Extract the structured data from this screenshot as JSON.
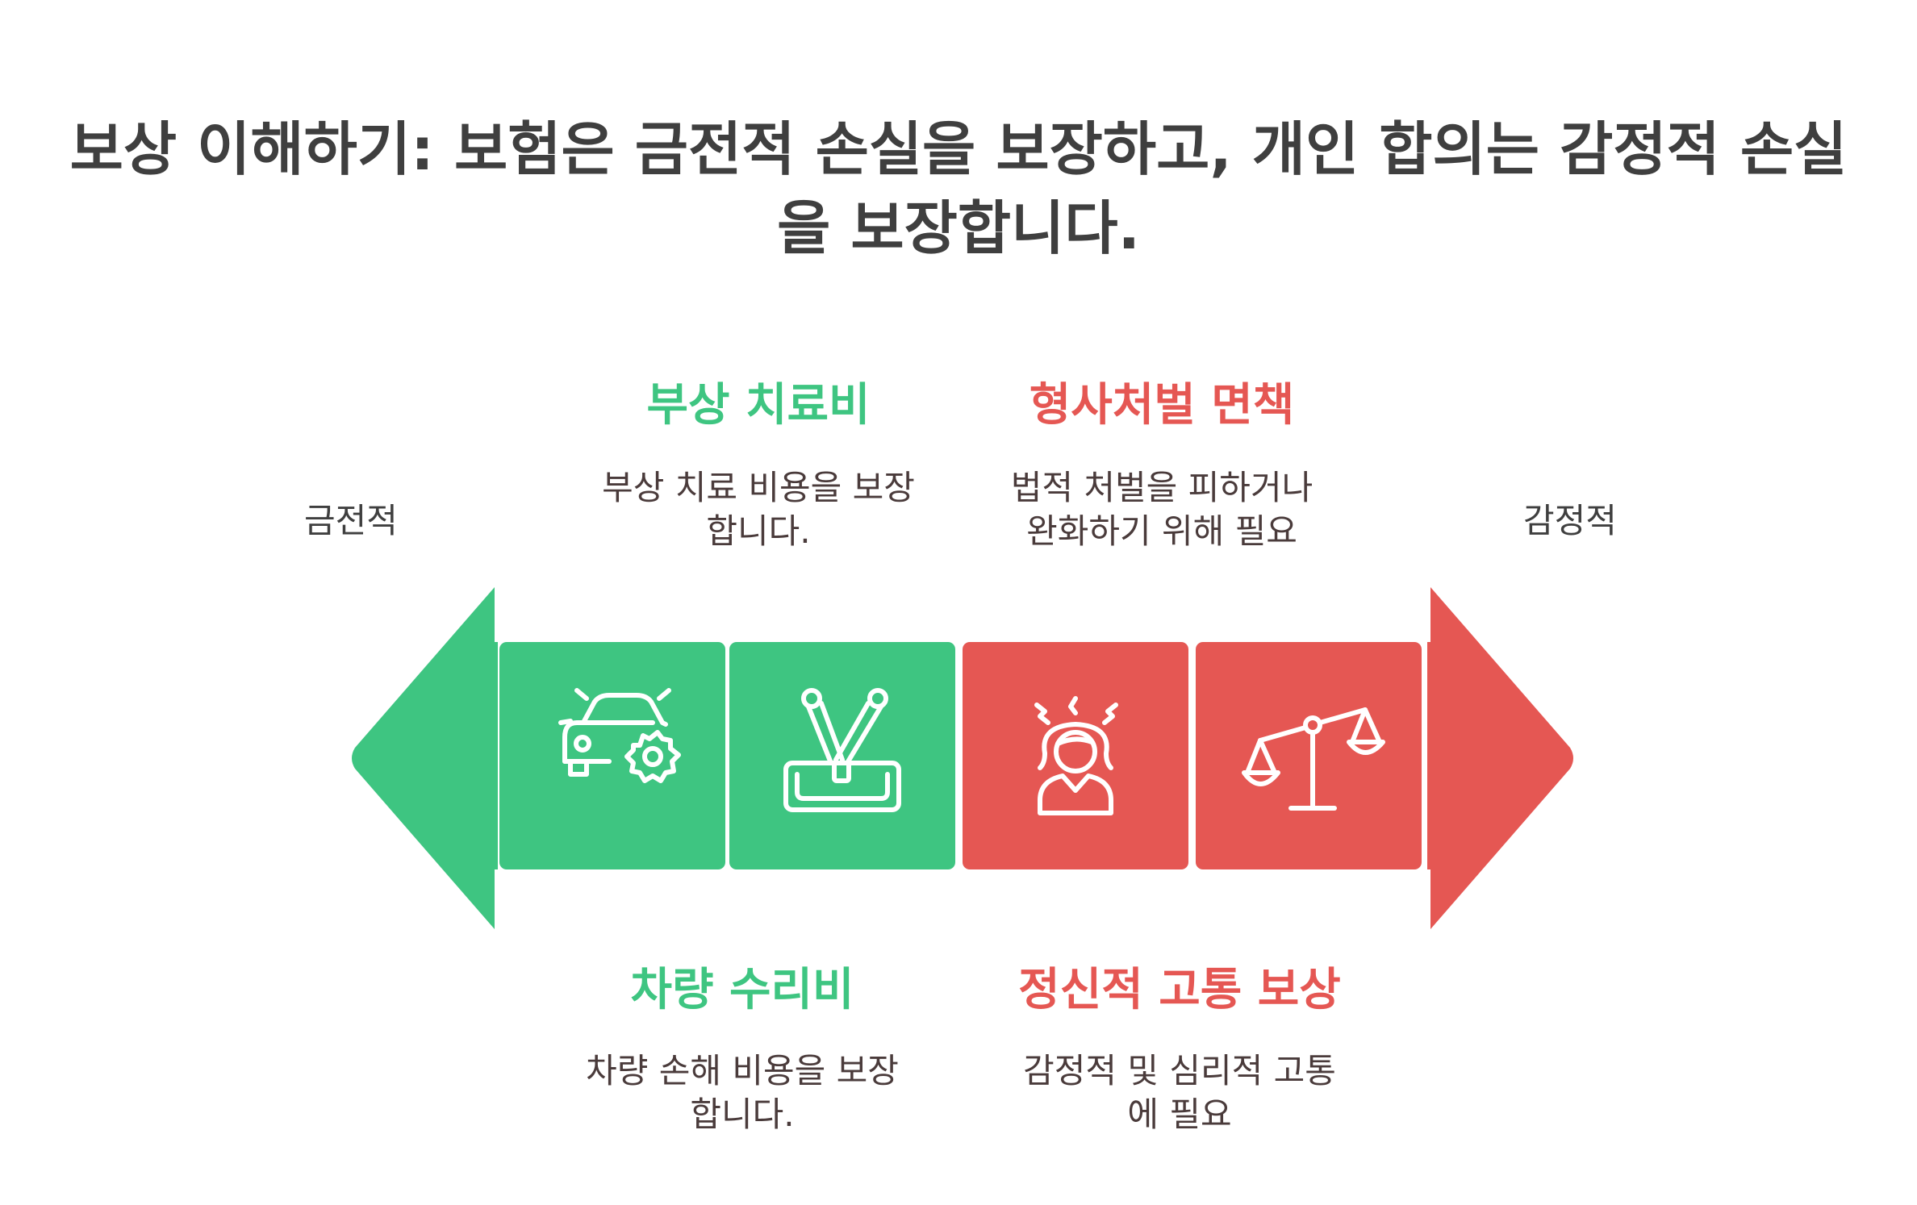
{
  "title": "보상 이해하기: 보험은 금전적 손실을 보장하고, 개인 합의는 감정적 손실을 보장합니다.",
  "axis": {
    "left_label": "금전적",
    "right_label": "감정적"
  },
  "colors": {
    "monetary": "#3ec581",
    "emotional": "#e55753",
    "text": "#3f3f3f"
  },
  "items": [
    {
      "heading": "차량 수리비",
      "description_line1": "차량 손해 비용을 보장",
      "description_line2": "합니다.",
      "icon": "car-gear-icon",
      "category": "monetary"
    },
    {
      "heading": "부상 치료비",
      "description_line1": "부상 치료 비용을 보장",
      "description_line2": "합니다.",
      "icon": "medical-kit-icon",
      "category": "monetary"
    },
    {
      "heading": "정신적 고통 보상",
      "description_line1": "감정적 및 심리적 고통",
      "description_line2": "에 필요",
      "icon": "stressed-person-icon",
      "category": "emotional"
    },
    {
      "heading": "형사처벌 면책",
      "description_line1": "법적 처벌을 피하거나",
      "description_line2": "완화하기 위해 필요",
      "icon": "scales-icon",
      "category": "emotional"
    }
  ]
}
